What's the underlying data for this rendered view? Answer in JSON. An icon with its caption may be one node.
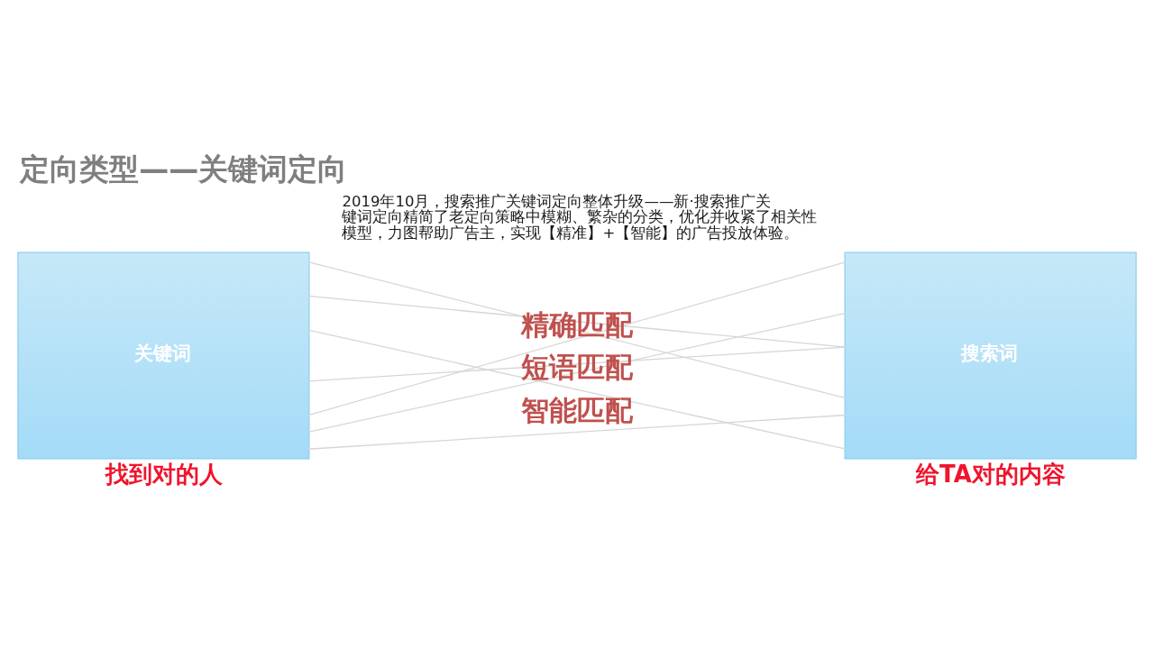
{
  "diagram": {
    "title": "定向类型——关键词定向",
    "nodes": [
      {
        "text": [
          "关键词"
        ],
        "beside": [
          "找到对的人"
        ]
      },
      {
        "text": [
          "搜索词"
        ],
        "beside": [
          "给TA对的内容"
        ]
      }
    ],
    "edges": [
      {
        "from": 0,
        "to": 1,
        "arrow": "none"
      },
      {
        "from": 0,
        "to": 1,
        "arrow": "none"
      },
      {
        "from": 0,
        "to": 1,
        "arrow": "none"
      },
      {
        "from": 0,
        "to": 1,
        "arrow": "none"
      },
      {
        "from": 0,
        "to": 1,
        "arrow": "none"
      },
      {
        "from": 0,
        "to": 1,
        "arrow": "none"
      },
      {
        "from": 0,
        "to": 1,
        "arrow": "none"
      }
    ],
    "labels": [
      "2019年10月，搜索推广关键词定向整体升级——新·搜索推广关键词定向精简了老定向策略中模糊、繁杂的分类，优化并收紧了相关性模型，力图帮助广告主，实现【精准】+【智能】的广告投放体验。",
      "精确匹配",
      "短语匹配",
      "智能匹配"
    ]
  }
}
